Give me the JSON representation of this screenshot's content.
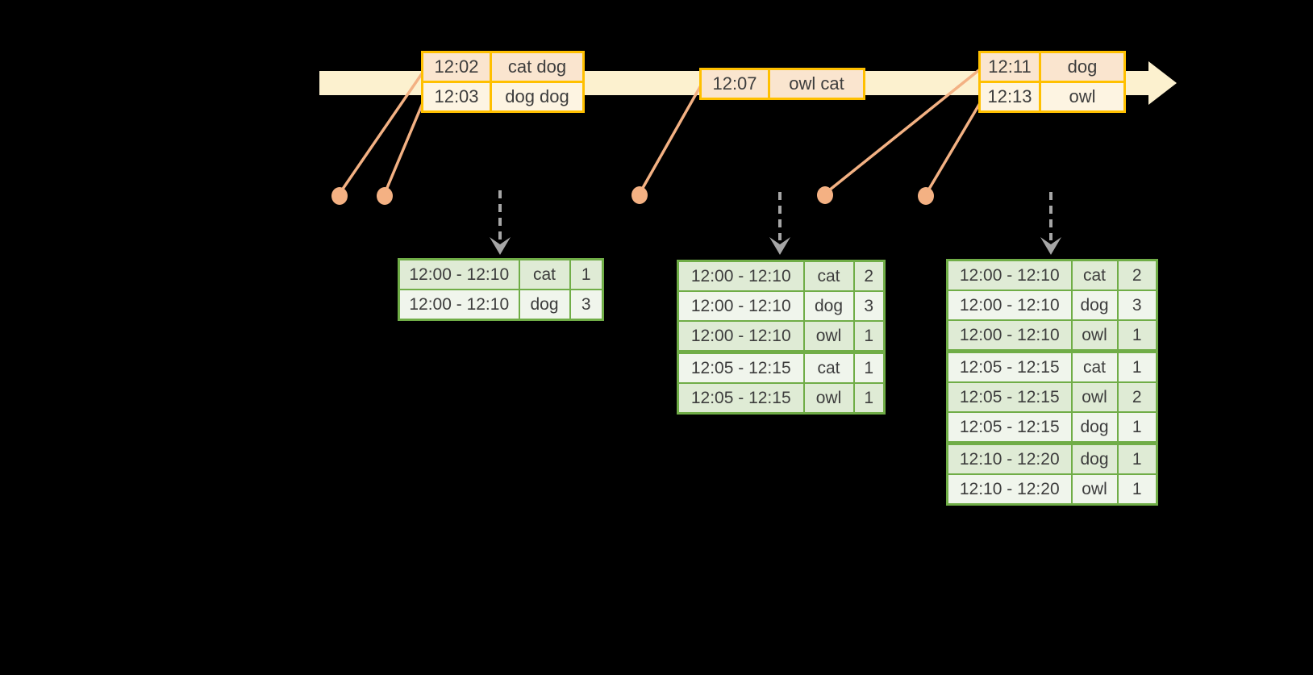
{
  "colors": {
    "background": "#000000",
    "timeline_fill": "#fcf1cf",
    "event_table_border": "#ffc000",
    "event_row_odd": "#fae5cf",
    "event_row_even": "#fdf4e2",
    "result_table_border": "#70ad47",
    "result_row_odd": "#dfebd5",
    "result_row_even": "#f0f5ec",
    "connector_orange": "#f3b183",
    "dot_orange": "#f4b183",
    "trigger_arrow_gray": "#a6a6a6",
    "text": "#3d3d3d"
  },
  "icons": {
    "timeline_arrowhead": "right-arrow",
    "trigger_arrow": "dashed-down-arrow",
    "event_marker": "filled-dot"
  },
  "event_tables": [
    {
      "rows": [
        [
          "12:02",
          "cat dog"
        ],
        [
          "12:03",
          "dog dog"
        ]
      ]
    },
    {
      "rows": [
        [
          "12:07",
          "owl cat"
        ]
      ]
    },
    {
      "rows": [
        [
          "12:11",
          "dog"
        ],
        [
          "12:13",
          "owl"
        ]
      ]
    }
  ],
  "result_tables": [
    {
      "rows": [
        [
          "12:00 - 12:10",
          "cat",
          "1"
        ],
        [
          "12:00 - 12:10",
          "dog",
          "3"
        ]
      ]
    },
    {
      "rows": [
        [
          "12:00 - 12:10",
          "cat",
          "2"
        ],
        [
          "12:00 - 12:10",
          "dog",
          "3"
        ],
        [
          "12:00 - 12:10",
          "owl",
          "1"
        ],
        [
          "12:05 - 12:15",
          "cat",
          "1"
        ],
        [
          "12:05 - 12:15",
          "owl",
          "1"
        ]
      ]
    },
    {
      "rows": [
        [
          "12:00 - 12:10",
          "cat",
          "2"
        ],
        [
          "12:00 - 12:10",
          "dog",
          "3"
        ],
        [
          "12:00 - 12:10",
          "owl",
          "1"
        ],
        [
          "12:05 - 12:15",
          "cat",
          "1"
        ],
        [
          "12:05 - 12:15",
          "owl",
          "2"
        ],
        [
          "12:05 - 12:15",
          "dog",
          "1"
        ],
        [
          "12:10 - 12:20",
          "dog",
          "1"
        ],
        [
          "12:10 - 12:20",
          "owl",
          "1"
        ]
      ]
    }
  ]
}
